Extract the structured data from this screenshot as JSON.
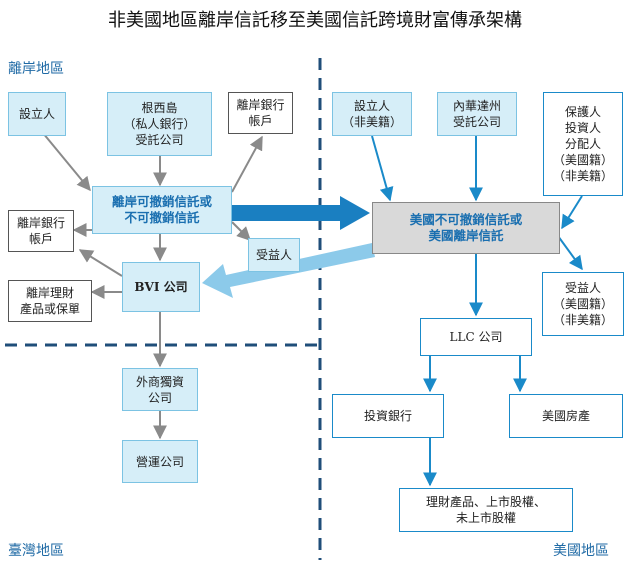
{
  "title": "非美國地區離岸信託移至美國信託跨境財富傳承架構",
  "regions": {
    "offshore": "離岸地區",
    "taiwan": "臺灣地區",
    "usa": "美國地區"
  },
  "offshore_nodes": {
    "settlor": "設立人",
    "trustee": "根西島\n（私人銀行）\n受託公司",
    "bank_account_top": "離岸銀行\n帳戶",
    "trust": "離岸可撤銷信託或\n不可撤銷信託",
    "bank_account_left": "離岸銀行\n帳戶",
    "beneficiary": "受益人",
    "bvi": "BVI 公司",
    "products": "離岸理財\n產品或保單"
  },
  "taiwan_nodes": {
    "foreign_company": "外商獨資\n公司",
    "operating_company": "營運公司"
  },
  "us_nodes": {
    "settlor": "設立人\n（非美籍）",
    "trust_company": "內華達州\n受託公司",
    "protector": "保護人\n投資人\n分配人\n（美國籍）\n（非美籍）",
    "us_trust": "美國不可撤銷信託或\n美國離岸信託",
    "beneficiary": "受益人\n（美國籍）\n（非美籍）",
    "llc": "LLC 公司",
    "investment_bank": "投資銀行",
    "real_estate": "美國房產",
    "assets": "理財產品、上市股權、\n未上市股權"
  },
  "colors": {
    "region_label": "#1f6aa5",
    "divider": "#1f4e79",
    "big_arrow": "#1a7fc1",
    "return_arrow": "#8ccaea",
    "node_fill": "#d6eef8",
    "node_border": "#7cc3e3",
    "us_arrow": "#1a8ac9",
    "gray_arrow": "#8a8a8a"
  }
}
